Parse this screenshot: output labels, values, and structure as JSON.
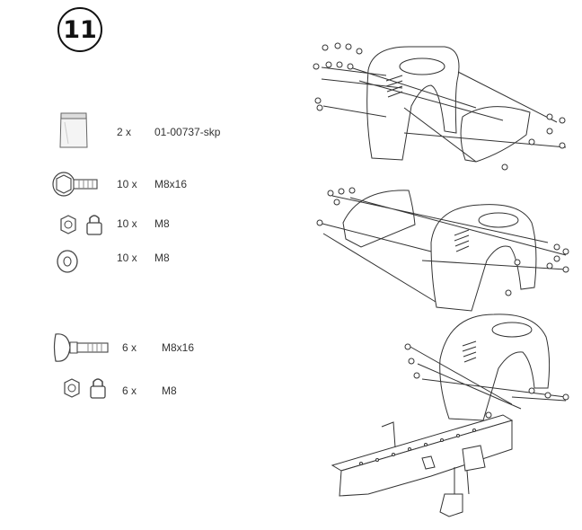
{
  "step_number": "11",
  "parts": [
    {
      "icon": "bag-icon",
      "quantity": "2 x",
      "spec": "01-00737-skp"
    },
    {
      "icon": "flange-bolt-icon",
      "quantity": "10 x",
      "spec": "M8x16"
    },
    {
      "icon": "lock-nut-icon",
      "quantity": "10 x",
      "spec": "M8"
    },
    {
      "icon": "washer-icon",
      "quantity": "10 x",
      "spec": "M8"
    },
    {
      "icon": "carriage-bolt-icon",
      "quantity": "6 x",
      "spec": "M8x16"
    },
    {
      "icon": "lock-nut-icon",
      "quantity": "6 x",
      "spec": "M8"
    }
  ]
}
